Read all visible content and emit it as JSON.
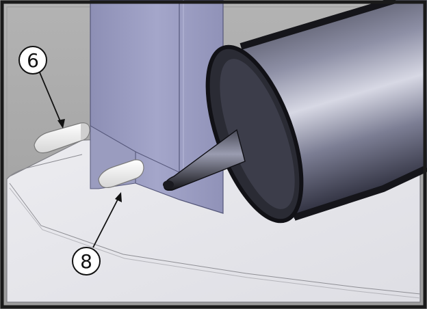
{
  "callouts": [
    {
      "id": "6",
      "label": "6"
    },
    {
      "id": "8",
      "label": "8"
    }
  ],
  "colors": {
    "background_wall": "#a9a9a9",
    "panel": "#e7e7ec",
    "panel_edge": "#8a8a90",
    "bracket": "#9ea0c4",
    "bracket_dark": "#7f81a8",
    "tube": "#6c6e84",
    "tube_rim": "#15151a",
    "nozzle": "#1c1c22",
    "sealant_bead": "#f3f3f3",
    "frame": "#1a1a1a"
  }
}
